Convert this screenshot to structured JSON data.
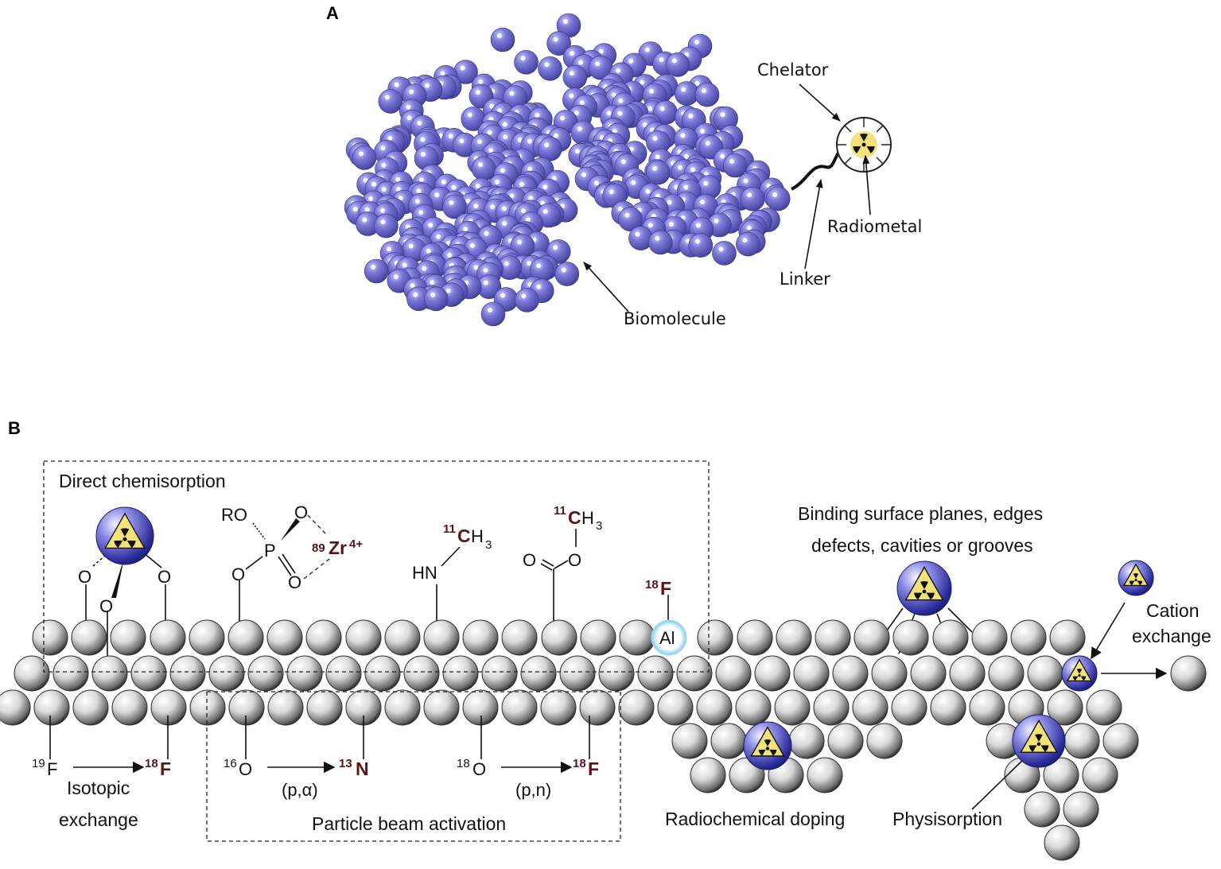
{
  "panel_a": {
    "letter": "A",
    "labels": {
      "chelator": "Chelator",
      "radiometal": "Radiometal",
      "linker": "Linker",
      "biomolecule": "Biomolecule"
    },
    "colors": {
      "biomolecule": "#6e6cc4",
      "radiometal_core": "#f3e27a"
    }
  },
  "panel_b": {
    "letter": "B",
    "labels": {
      "direct_chemisorption": "Direct chemisorption",
      "binding_line1": "Binding surface planes, edges",
      "binding_line2": "defects, cavities or grooves",
      "cation_line1": "Cation",
      "cation_line2": "exchange",
      "isotopic_line1": "Isotopic",
      "isotopic_line2": "exchange",
      "particle_beam": "Particle beam activation",
      "radiochemical_doping": "Radiochemical doping",
      "physisorption": "Physisorption"
    },
    "chem": {
      "ro": "RO",
      "p": "P",
      "o": "O",
      "zr_mass": "89",
      "zr": "Zr",
      "zr_charge": "4+",
      "hn": "HN",
      "c11_mass": "11",
      "ch3": "CH",
      "three": "3",
      "f18_mass": "18",
      "f": "F",
      "al": "Al",
      "f19_mass": "19",
      "o16_mass": "16",
      "n13_mass": "13",
      "n": "N",
      "o18_mass": "18",
      "p_alpha": "(p,α)",
      "p_n": "(p,n)"
    },
    "colors": {
      "sphere": "#e6e6e6",
      "radioactive_badge": "#3c3ca6",
      "al_halo": "#a6dcf0",
      "isotope_red": "#5a1414"
    }
  }
}
